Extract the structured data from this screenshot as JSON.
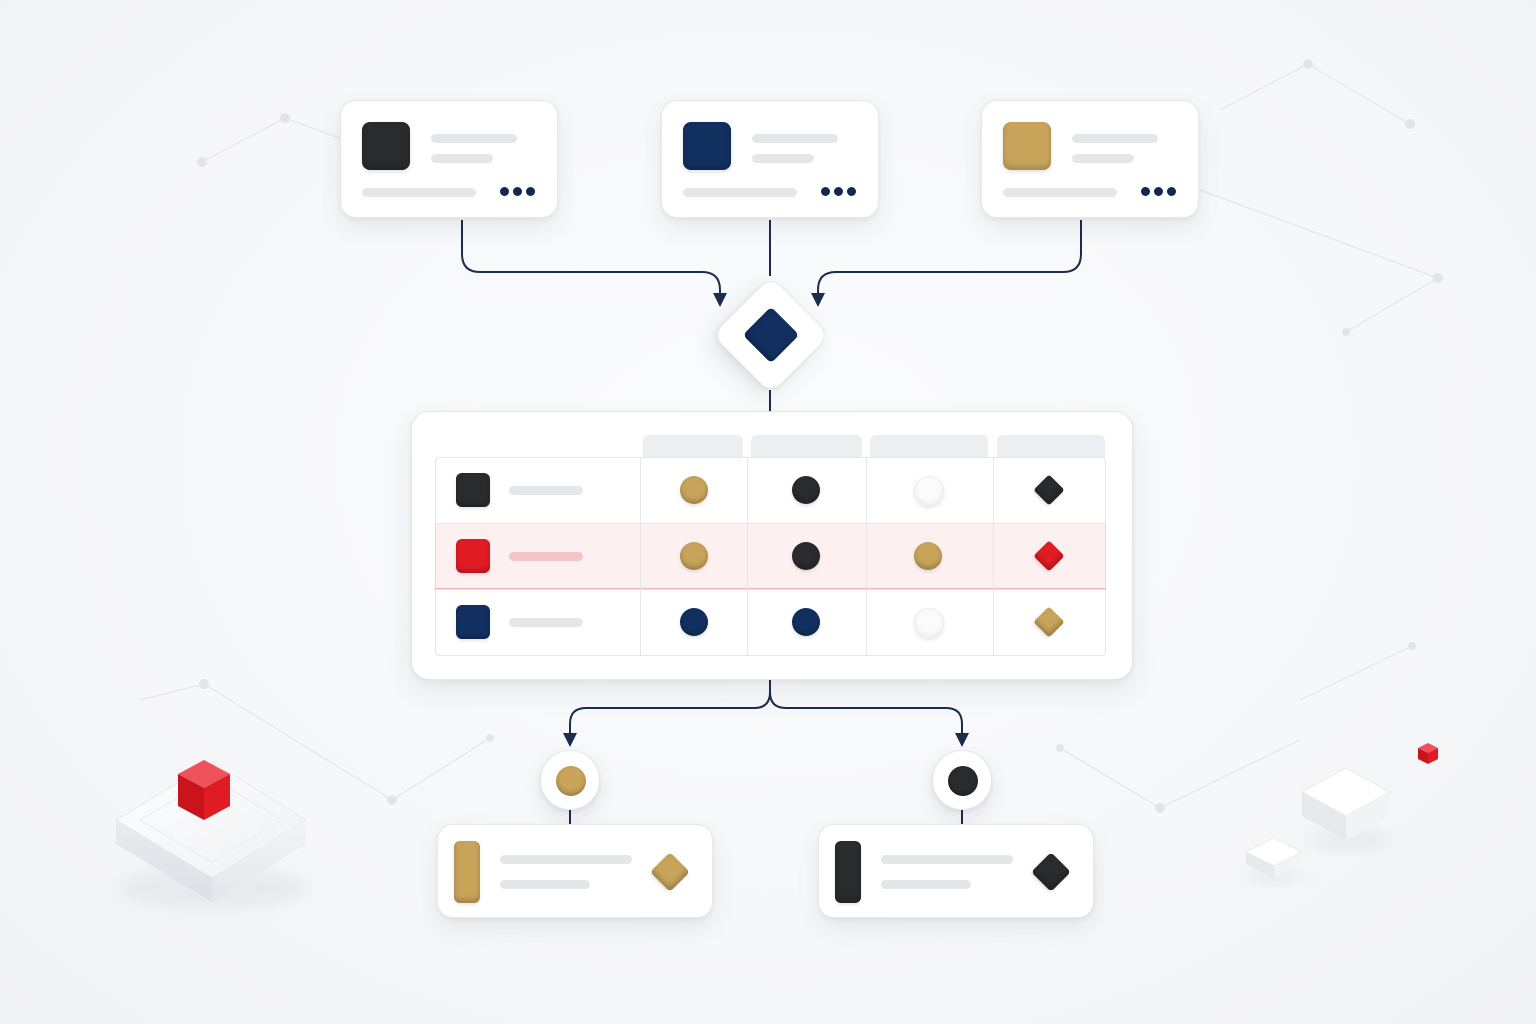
{
  "colors": {
    "navy": "#12305f",
    "navy_dark": "#12294f",
    "charcoal": "#2a2b2e",
    "gold": "#c8a45a",
    "red": "#e01b24",
    "light_gray": "#e4e6ea",
    "white": "#ffffff",
    "connector": "#1b2c4d"
  },
  "top_cards": [
    {
      "name": "source-card-charcoal",
      "icon_color": "#2a2b2e",
      "icon": "square-icon",
      "menu_icon": "more-dots-icon"
    },
    {
      "name": "source-card-navy",
      "icon_color": "#12305f",
      "icon": "square-icon",
      "menu_icon": "more-dots-icon"
    },
    {
      "name": "source-card-gold",
      "icon_color": "#c8a45a",
      "icon": "square-icon",
      "menu_icon": "more-dots-icon"
    }
  ],
  "merge_node": {
    "icon": "diamond-icon",
    "color": "#12305f"
  },
  "matrix": {
    "rows": [
      {
        "icon_color": "#2a2b2e",
        "highlight": false,
        "cells": [
          "gold-dot",
          "charcoal-dot",
          "white-dot",
          "charcoal-gem"
        ]
      },
      {
        "icon_color": "#e01b24",
        "highlight": true,
        "cells": [
          "gold-dot",
          "charcoal-dot",
          "gold-dot",
          "red-gem"
        ]
      },
      {
        "icon_color": "#12305f",
        "highlight": false,
        "cells": [
          "navy-dot",
          "navy-dot",
          "white-dot",
          "gold-gem"
        ]
      }
    ]
  },
  "branches": [
    {
      "node_color": "#c8a45a",
      "pill_color": "#c8a45a",
      "gem_color": "#c8a45a"
    },
    {
      "node_color": "#2a2b2e",
      "pill_color": "#2a2b2e",
      "gem_color": "#2a2b2e"
    }
  ],
  "decorations": [
    {
      "icon": "red-cube-icon",
      "color": "#e01b24"
    },
    {
      "icon": "white-block-icon"
    },
    {
      "icon": "small-red-cube-icon",
      "color": "#e01b24"
    }
  ]
}
